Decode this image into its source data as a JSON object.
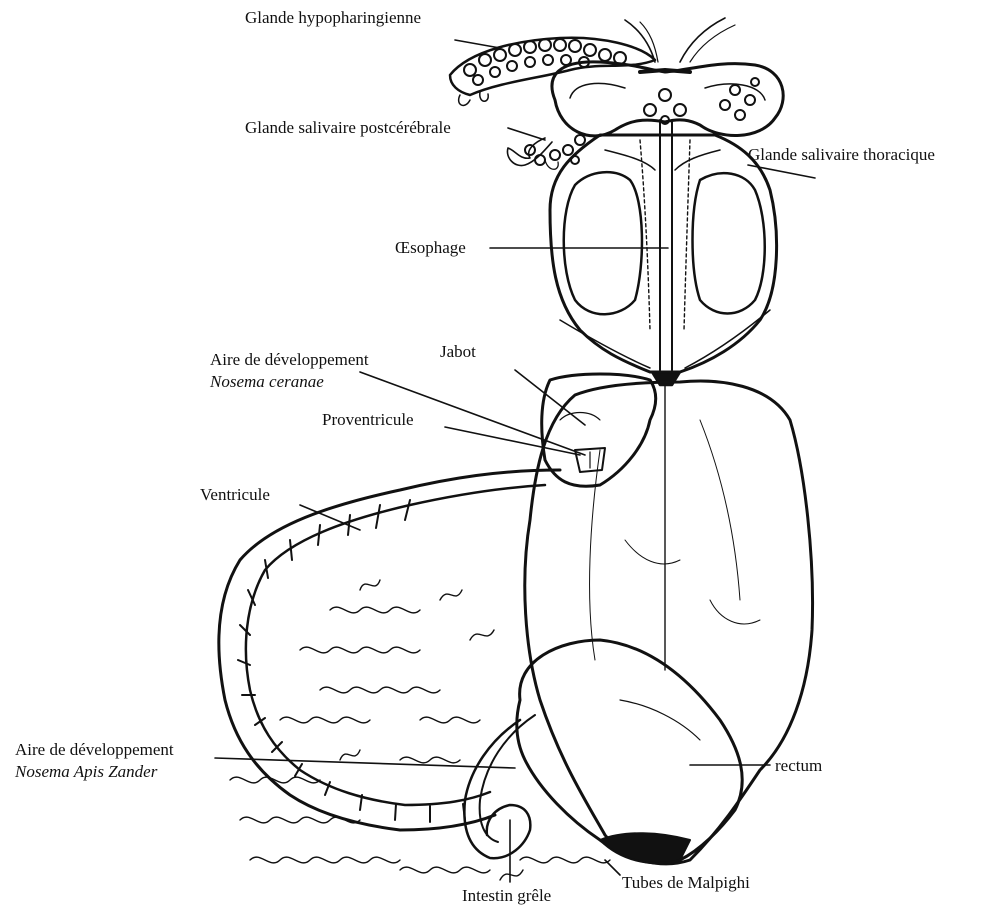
{
  "figure": {
    "labels": {
      "glande_hypopharingienne": "Glande hypopharingienne",
      "glande_salivaire_postcerebrale": "Glande salivaire postcérébrale",
      "glande_salivaire_thoracique": "Glande salivaire  thoracique",
      "oesophage": "Œsophage",
      "aire_dev_1": "Aire de développement",
      "nosema_ceranae": "Nosema ceranae",
      "jabot": "Jabot",
      "proventricule": "Proventricule",
      "ventricule": "Ventricule",
      "aire_dev_2": "Aire de développement",
      "nosema_apis": "Nosema Apis Zander",
      "rectum": "rectum",
      "tubes_malpighi": "Tubes de Malpighi",
      "intestin_grele": "Intestin grêle"
    },
    "colors": {
      "ink": "#111111",
      "paper": "#ffffff"
    }
  }
}
